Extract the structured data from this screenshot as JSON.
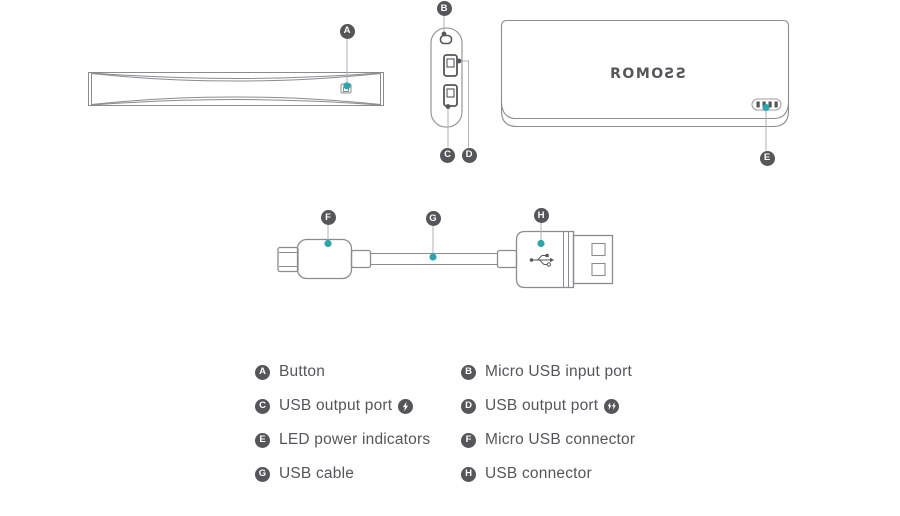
{
  "brand_logo": "ROMOƧƧ",
  "colors": {
    "accent_teal": "#2CA5AD",
    "callout_background": "#55565A",
    "device_outline": "#8A8C8E",
    "leader_line": "#B0B2B4",
    "text": "#55565A"
  },
  "diagram": {
    "callouts": {
      "A": "A",
      "B": "B",
      "C": "C",
      "D": "D",
      "E": "E",
      "F": "F",
      "G": "G",
      "H": "H"
    }
  },
  "legend": {
    "items": [
      {
        "letter": "A",
        "label": "Button",
        "icon": ""
      },
      {
        "letter": "B",
        "label": "Micro USB input port",
        "icon": ""
      },
      {
        "letter": "C",
        "label": "USB output port",
        "icon": "single-lightning"
      },
      {
        "letter": "D",
        "label": "USB output port",
        "icon": "double-lightning"
      },
      {
        "letter": "E",
        "label": "LED power indicators",
        "icon": ""
      },
      {
        "letter": "F",
        "label": "Micro USB connector",
        "icon": ""
      },
      {
        "letter": "G",
        "label": "USB cable",
        "icon": ""
      },
      {
        "letter": "H",
        "label": "USB connector",
        "icon": ""
      }
    ]
  }
}
